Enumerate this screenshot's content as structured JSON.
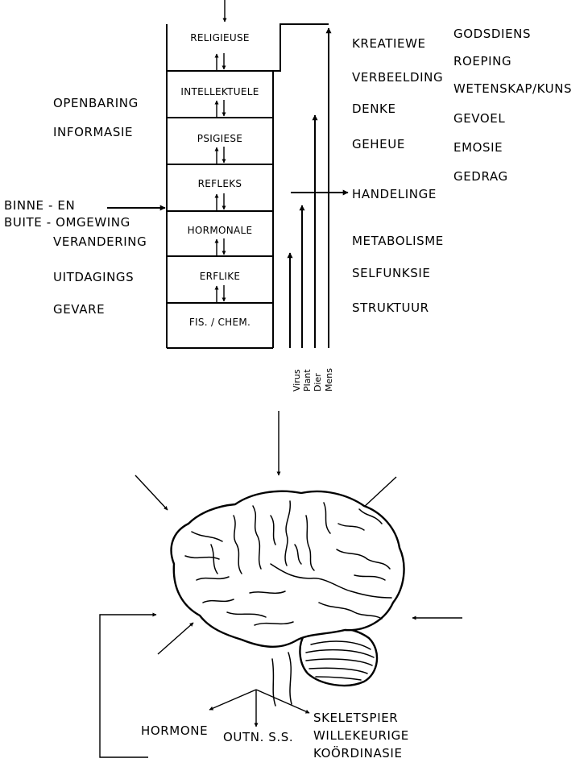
{
  "levels": [
    "RELIGIEUSE",
    "INTELLEKTUELE",
    "PSIGIESE",
    "REFLEKS",
    "HORMONALE",
    "ERFLIKE",
    "FIS. / CHEM."
  ],
  "left_labels": {
    "openbaring": "OPENBARING",
    "informasie": "INFORMASIE",
    "binne_en": "BINNE - EN",
    "buite_omgewing": "BUITE - OMGEWING",
    "verandering": "VERANDERING",
    "uitdagings": "UITDAGINGS",
    "gevare": "GEVARE"
  },
  "organisms": [
    "Virus",
    "Plant",
    "Dier",
    "Mens"
  ],
  "right_labels": {
    "kreatiewe": "KREATIEWE",
    "verbeelding": "VERBEELDING",
    "denke": "DENKE",
    "geheue": "GEHEUE",
    "handelinge": "HANDELINGE",
    "metabolisme": "METABOLISME",
    "selfunksie": "SELFUNKSIE",
    "struktuur": "STRUKTUUR"
  },
  "far_right_labels": {
    "godsdiens": "GODSDIENS",
    "roeping": "ROEPING",
    "wetenskap": "WETENSKAP/KUNS",
    "gevoel": "GEVOEL",
    "emosie": "EMOSIE",
    "gedrag": "GEDRAG"
  },
  "brain_outputs": {
    "hormone": "HORMONE",
    "outn": "OUTN. S.S.",
    "skeletspier": "SKELETSPIER",
    "willekeurige": "WILLEKEURIGE",
    "koordinasie": "KOÖRDINASIE"
  }
}
